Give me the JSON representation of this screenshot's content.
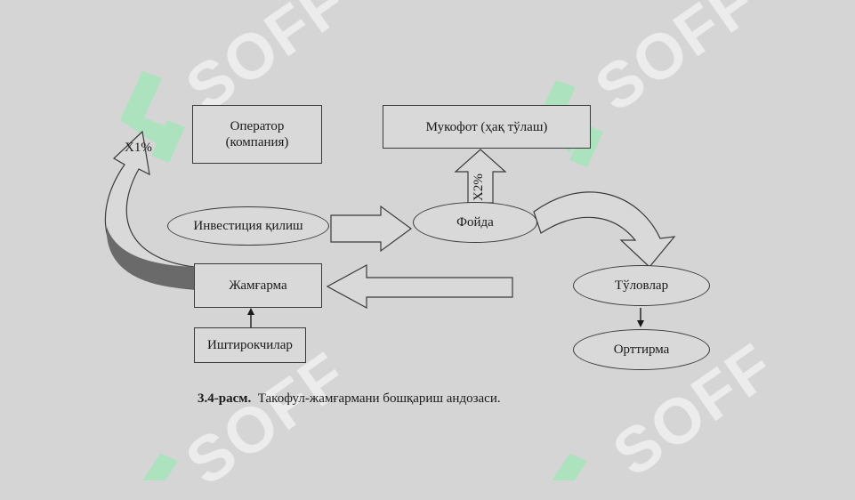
{
  "nodes": {
    "operator": "Оператор (компания)",
    "operator_line1": "Оператор",
    "operator_line2": "(компания)",
    "reward": "Мукофот (ҳақ тўлаш)",
    "investment": "Инвестиция қилиш",
    "profit": "Фойда",
    "fund": "Жамғарма",
    "participants": "Иштирокчилар",
    "payments": "Тўловлар",
    "increase": "Орттирма"
  },
  "labels": {
    "x1": "X1%",
    "x2": "X2%"
  },
  "caption": {
    "number": "3.4-расм.",
    "text": "Такофул-жамғармани бошқариш андозаси."
  },
  "watermark": "SOFF",
  "colors": {
    "background": "#d5d5d5",
    "watermark_green": "#a8e0b8",
    "watermark_white": "#ffffff"
  }
}
